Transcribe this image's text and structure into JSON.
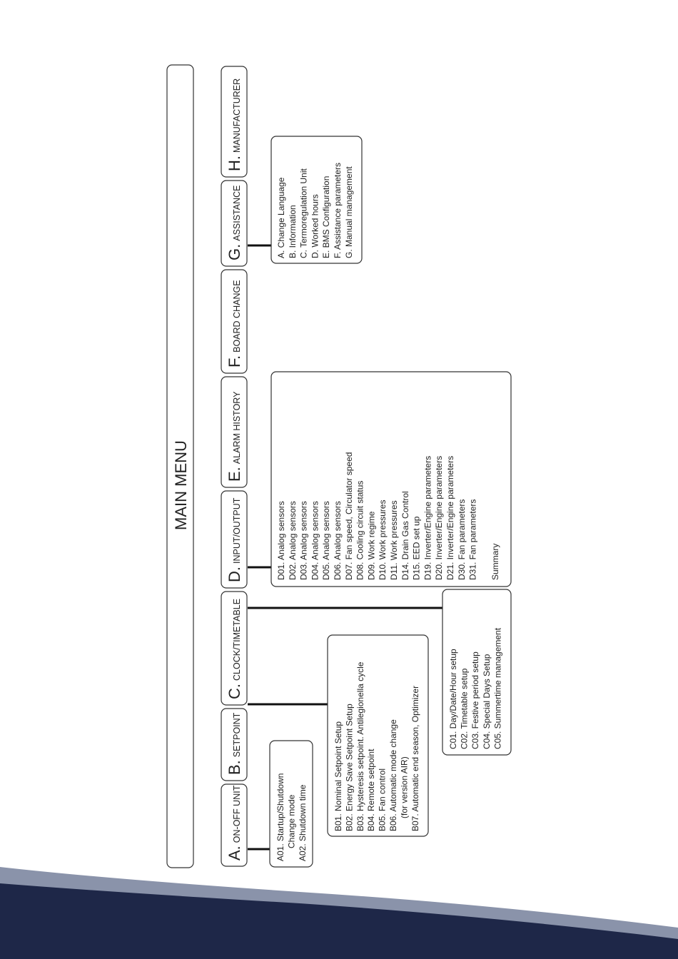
{
  "title": "MAIN MENU",
  "menus": [
    {
      "letter": "A.",
      "label": "ON-OFF UNIT"
    },
    {
      "letter": "B.",
      "label": "SETPOINT"
    },
    {
      "letter": "C.",
      "label": "CLOCK/TIMETABLE"
    },
    {
      "letter": "D.",
      "label": "INPUT/OUTPUT"
    },
    {
      "letter": "E.",
      "label": "ALARM HISTORY"
    },
    {
      "letter": "F.",
      "label": "BOARD CHANGE"
    },
    {
      "letter": "G.",
      "label": "ASSISTANCE"
    },
    {
      "letter": "H.",
      "label": "MANUFACTURER"
    }
  ],
  "submenus": {
    "a": [
      "A01. Startup/Shutdown",
      "Change mode",
      "A02. Shutdown time"
    ],
    "b": [
      "B01. Nominal Setpoint Setup",
      "B02. Energy Save Setpoint Setup",
      "B03. Hysteresis setpoint. Antilegionella cycle",
      "B04. Remote setpoint",
      "B05. Fan control",
      "B06. Automatic mode change",
      "(for version AIR)",
      "B07. Automatic end season, Optimizer"
    ],
    "c": [
      "C01. Day/Date/Hour setup",
      "C02. Timetable setup",
      "C03. Festive period setup",
      "C04. Special Days Setup",
      "C05. Summertime management"
    ],
    "d": [
      "D01. Analog sensors",
      "D02. Analog sensors",
      "D03. Analog sensors",
      "D04. Analog sensors",
      "D05. Analog sensors",
      "D06. Analog sensors",
      "D07. Fan speed, Circulator speed",
      "D08. Cooling circuit status",
      "D09. Work regime",
      "D10. Work pressures",
      "D11. Work pressures",
      "D14. Drain Gas Control",
      "D15. EED set up",
      "D19. Inverter/Engine parameters",
      "D20. Inverter/Engine parameters",
      "D21. Inverter/Engine parameters",
      "D30. Fan parameters",
      "D31. Fan parameters",
      "",
      "Summary"
    ],
    "g": [
      "A. Change Language",
      "B. Information",
      "C. Termoregulation Unit",
      "D. Worked hours",
      "E. BMS Configuration",
      "F. Assistance parameters",
      "G. Manual management"
    ]
  },
  "colors": {
    "band_dark": "#1e2748",
    "band_light": "#8a93aa"
  }
}
